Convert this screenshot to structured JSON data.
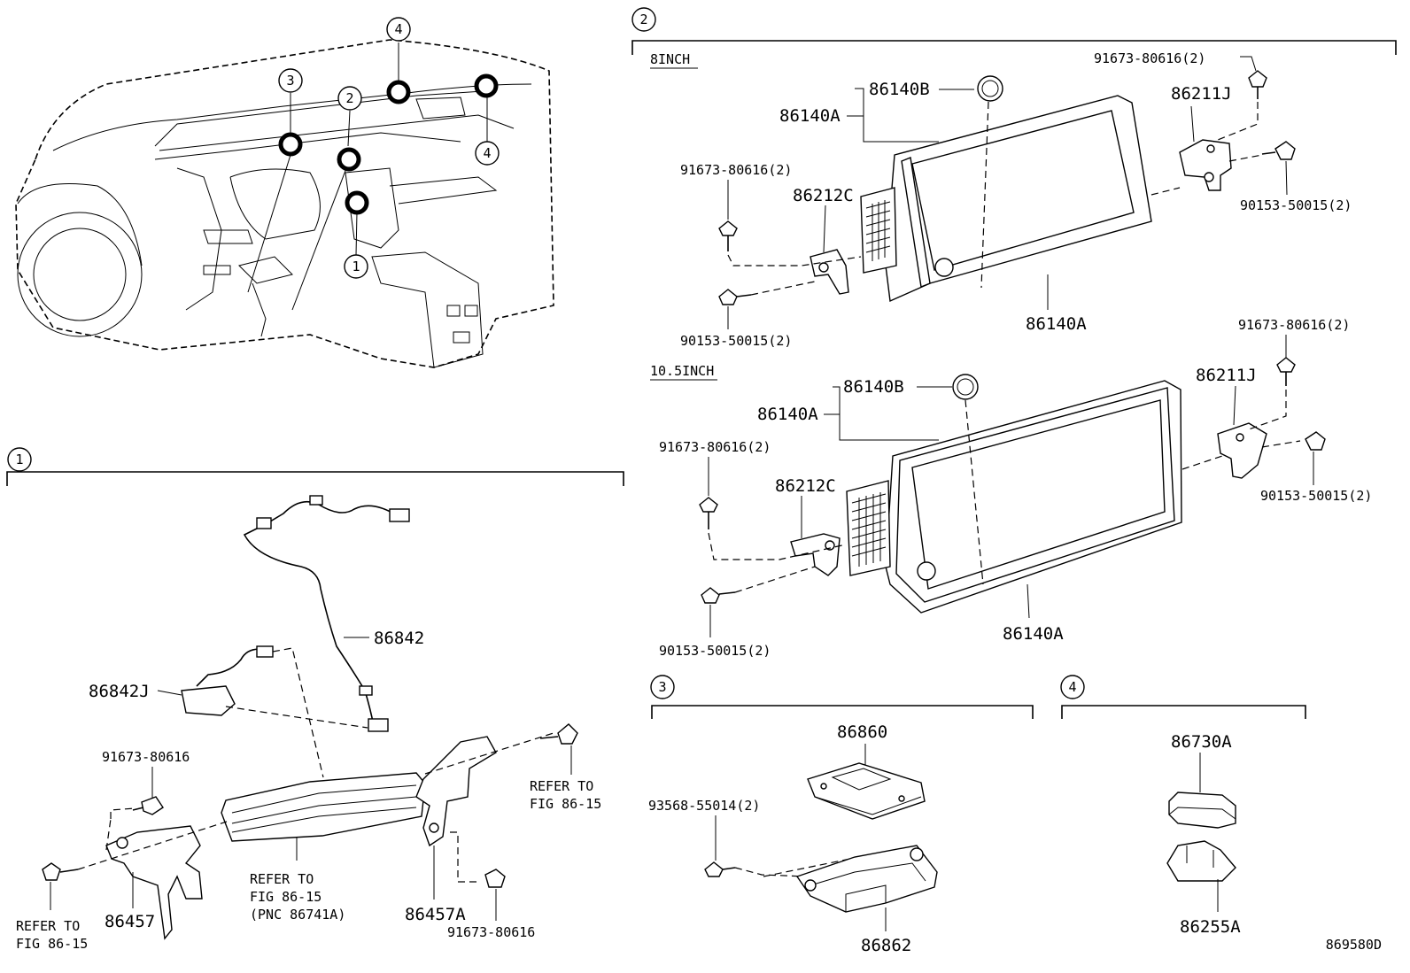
{
  "diagram_id": "869580D",
  "overview": {
    "callouts": [
      "1",
      "2",
      "3",
      "4",
      "4"
    ]
  },
  "section1": {
    "number": "1",
    "labels": {
      "p86842": "86842",
      "p86842j": "86842J",
      "p91673_a": "91673-80616",
      "p86457": "86457",
      "p86457a": "86457A",
      "p91673_b": "91673-80616",
      "refer_left_1": "REFER TO",
      "refer_left_2": "FIG 86-15",
      "refer_mid_1": "REFER TO",
      "refer_mid_2": "FIG 86-15",
      "refer_mid_3": "(PNC 86741A)",
      "refer_right_1": "REFER TO",
      "refer_right_2": "FIG 86-15"
    }
  },
  "section2": {
    "number": "2",
    "variant_8": {
      "title": "8INCH",
      "p86140b": "86140B",
      "p86140a_top": "86140A",
      "p86140a_bottom": "86140A",
      "p86211j": "86211J",
      "p86212c": "86212C",
      "bolt_tr": "91673-80616(2)",
      "bolt_l": "91673-80616(2)",
      "screw_r": "90153-50015(2)",
      "screw_l": "90153-50015(2)"
    },
    "variant_105": {
      "title": "10.5INCH",
      "p86140b": "86140B",
      "p86140a_top": "86140A",
      "p86140a_bottom": "86140A",
      "p86211j": "86211J",
      "p86212c": "86212C",
      "bolt_tr": "91673-80616(2)",
      "bolt_l": "91673-80616(2)",
      "screw_r": "90153-50015(2)",
      "screw_l": "90153-50015(2)"
    }
  },
  "section3": {
    "number": "3",
    "p86860": "86860",
    "p86862": "86862",
    "screw": "93568-55014(2)"
  },
  "section4": {
    "number": "4",
    "p86730a": "86730A",
    "p86255a": "86255A"
  }
}
